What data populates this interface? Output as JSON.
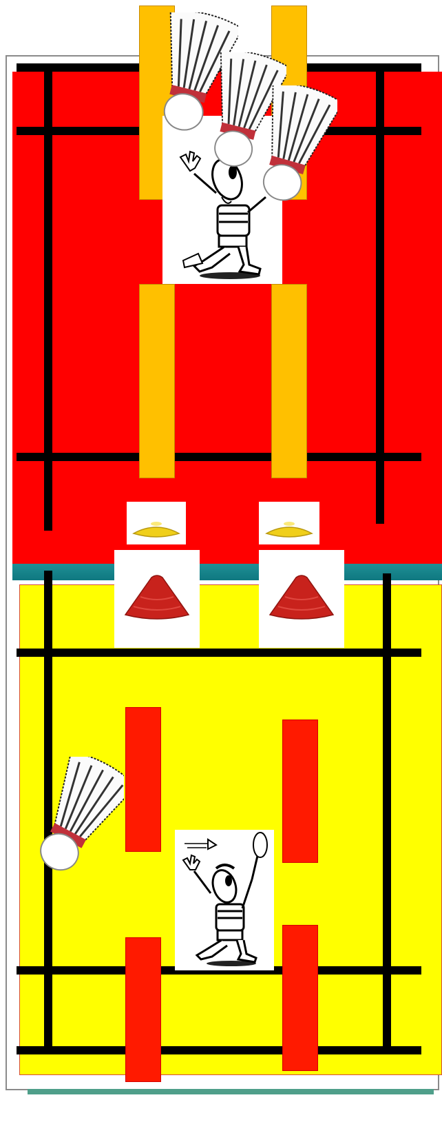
{
  "colors": {
    "far_court": "#ff0000",
    "near_court": "#ffff00",
    "court_lines": "#000000",
    "net": "#1b8a90",
    "far_zones": "#ffc000",
    "near_zones": "#ff1a00",
    "small_cone": "#f2d21e",
    "large_cone": "#c8221c"
  },
  "courts": [
    {
      "half": "far",
      "fill": "red"
    },
    {
      "half": "near",
      "fill": "yellow"
    }
  ],
  "markers": {
    "far_side_cones": [
      "small-yellow-cone",
      "small-yellow-cone"
    ],
    "near_side_cones": [
      "red-cone",
      "red-cone"
    ]
  },
  "far_zones_count": 4,
  "near_zones_count": 4,
  "players": [
    {
      "icon": "player-overhead-cartoon-icon",
      "side": "far"
    },
    {
      "icon": "player-with-racket-cartoon-icon",
      "side": "near"
    }
  ],
  "shuttlecocks": {
    "far_court": 3,
    "near_court": 1,
    "icon": "shuttlecock-icon"
  }
}
